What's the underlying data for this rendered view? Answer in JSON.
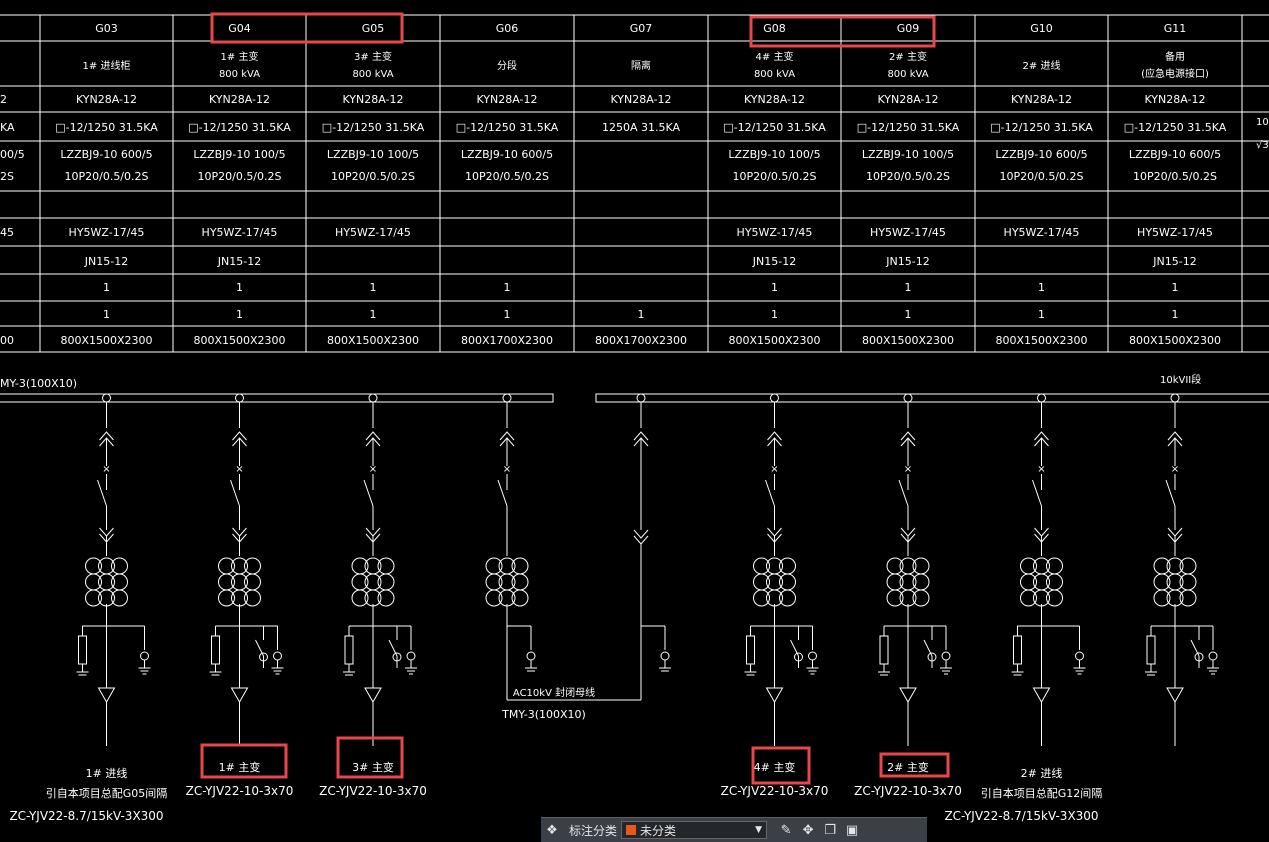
{
  "table": {
    "columns": [
      {
        "code": "G03",
        "name": "1# 进线柜",
        "cabinet": "KYN28A-12",
        "breaker": "□-12/1250 31.5KA",
        "ct1": "LZZBJ9-10 600/5",
        "ct2": "10P20/0.5/0.2S",
        "arrester": "HY5WZ-17/45",
        "earth": "JN15-12",
        "q1": "1",
        "q2": "1",
        "size": "800X1500X2300"
      },
      {
        "code": "G04",
        "name": "1# 主变",
        "sub": "800 kVA",
        "cabinet": "KYN28A-12",
        "breaker": "□-12/1250 31.5KA",
        "ct1": "LZZBJ9-10 100/5",
        "ct2": "10P20/0.5/0.2S",
        "arrester": "HY5WZ-17/45",
        "earth": "JN15-12",
        "q1": "1",
        "q2": "1",
        "size": "800X1500X2300"
      },
      {
        "code": "G05",
        "name": "3# 主变",
        "sub": "800 kVA",
        "cabinet": "KYN28A-12",
        "breaker": "□-12/1250 31.5KA",
        "ct1": "LZZBJ9-10 100/5",
        "ct2": "10P20/0.5/0.2S",
        "arrester": "HY5WZ-17/45",
        "earth": "",
        "q1": "1",
        "q2": "1",
        "size": "800X1500X2300"
      },
      {
        "code": "G06",
        "name": "分段",
        "cabinet": "KYN28A-12",
        "breaker": "□-12/1250 31.5KA",
        "ct1": "LZZBJ9-10 600/5",
        "ct2": "10P20/0.5/0.2S",
        "arrester": "",
        "earth": "",
        "q1": "1",
        "q2": "1",
        "size": "800X1700X2300"
      },
      {
        "code": "G07",
        "name": "隔离",
        "cabinet": "KYN28A-12",
        "breaker": "1250A 31.5KA",
        "ct1": "",
        "ct2": "",
        "arrester": "",
        "earth": "",
        "q1": "",
        "q2": "1",
        "size": "800X1700X2300"
      },
      {
        "code": "G08",
        "name": "4# 主变",
        "sub": "800 kVA",
        "cabinet": "KYN28A-12",
        "breaker": "□-12/1250 31.5KA",
        "ct1": "LZZBJ9-10 100/5",
        "ct2": "10P20/0.5/0.2S",
        "arrester": "HY5WZ-17/45",
        "earth": "JN15-12",
        "q1": "1",
        "q2": "1",
        "size": "800X1500X2300"
      },
      {
        "code": "G09",
        "name": "2# 主变",
        "sub": "800 kVA",
        "cabinet": "KYN28A-12",
        "breaker": "□-12/1250 31.5KA",
        "ct1": "LZZBJ9-10 100/5",
        "ct2": "10P20/0.5/0.2S",
        "arrester": "HY5WZ-17/45",
        "earth": "JN15-12",
        "q1": "1",
        "q2": "1",
        "size": "800X1500X2300"
      },
      {
        "code": "G10",
        "name": "2# 进线",
        "cabinet": "KYN28A-12",
        "breaker": "□-12/1250 31.5KA",
        "ct1": "LZZBJ9-10 600/5",
        "ct2": "10P20/0.5/0.2S",
        "arrester": "HY5WZ-17/45",
        "earth": "",
        "q1": "1",
        "q2": "1",
        "size": "800X1500X2300"
      },
      {
        "code": "G11",
        "name": "备用",
        "name2": "(应急电源接口)",
        "cabinet": "KYN28A-12",
        "breaker": "□-12/1250 31.5KA",
        "ct1": "LZZBJ9-10 600/5",
        "ct2": "10P20/0.5/0.2S",
        "arrester": "HY5WZ-17/45",
        "earth": "JN15-12",
        "q1": "1",
        "q2": "1",
        "size": "800X1500X2300"
      }
    ],
    "left_edge": [
      "2",
      "KA",
      "00/5",
      "2S",
      "45",
      "00"
    ],
    "right_edge": [
      "10",
      "√3"
    ]
  },
  "busbars": {
    "left_label": "MY-3(100X10)",
    "right_label": "10kVII段",
    "tie_label": "AC10kV 封闭母线",
    "tie_spec": "TMY-3(100X10)"
  },
  "feeders": {
    "g03": {
      "l1": "1# 进线",
      "l2": "引自本项目总配G05间隔",
      "l3": "ZC-YJV22-8.7/15kV-3X300"
    },
    "g04": {
      "l1": "1# 主变",
      "l2": "ZC-YJV22-10-3x70"
    },
    "g05": {
      "l1": "3# 主变",
      "l2": "ZC-YJV22-10-3x70"
    },
    "g08": {
      "l1": "4# 主变",
      "l2": "ZC-YJV22-10-3x70"
    },
    "g09": {
      "l1": "2# 主变",
      "l2": "ZC-YJV22-10-3x70"
    },
    "g10": {
      "l1": "2# 进线",
      "l2": "引自本项目总配G12间隔",
      "l3": "ZC-YJV22-8.7/15kV-3X300"
    }
  },
  "colors": {
    "line": "#ffffff",
    "highlight": "#e8474c",
    "toolbar_bg": "#3b3f46",
    "swatch": "#e8581c"
  },
  "toolbar": {
    "label": "标注分类",
    "select_value": "未分类",
    "icons": [
      "group-icon",
      "pen-icon",
      "move-icon",
      "copy-icon",
      "clipboard-icon"
    ]
  }
}
